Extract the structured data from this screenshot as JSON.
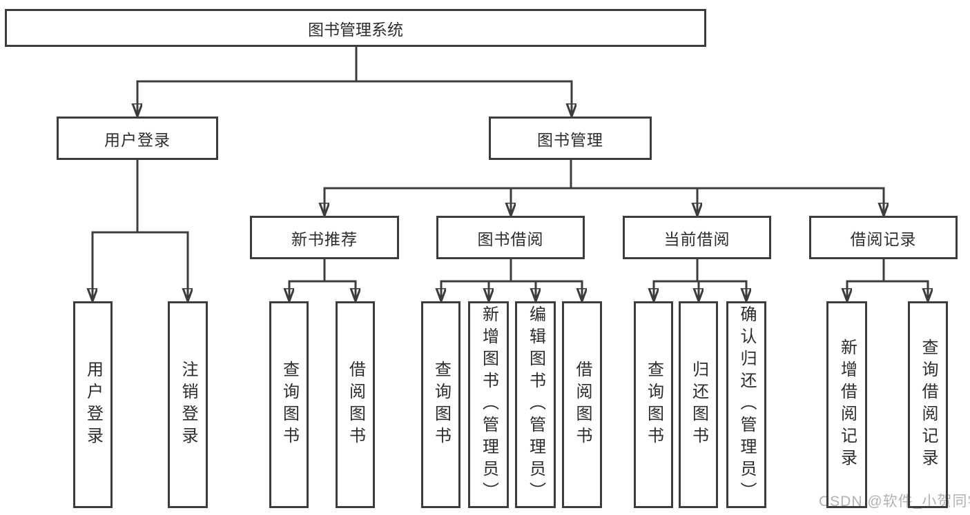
{
  "diagram": {
    "root": "图书管理系统",
    "line_color": "#3c3c3c",
    "user_login": {
      "label": "用户登录",
      "children": [
        "用户登录",
        "注销登录"
      ]
    },
    "book_mgmt": {
      "label": "图书管理",
      "groups": [
        {
          "label": "新书推荐",
          "children": [
            "查询图书",
            "借阅图书"
          ]
        },
        {
          "label": "图书借阅",
          "children": [
            "查询图书",
            "新增图书（管理员）",
            "编辑图书（管理员）",
            "借阅图书"
          ]
        },
        {
          "label": "当前借阅",
          "children": [
            "查询图书",
            "归还图书",
            "确认归还（管理员）"
          ]
        },
        {
          "label": "借阅记录",
          "children": [
            "新增借阅记录",
            "查询借阅记录"
          ]
        }
      ]
    }
  },
  "watermark": "CSDN @软件_小贺同学"
}
